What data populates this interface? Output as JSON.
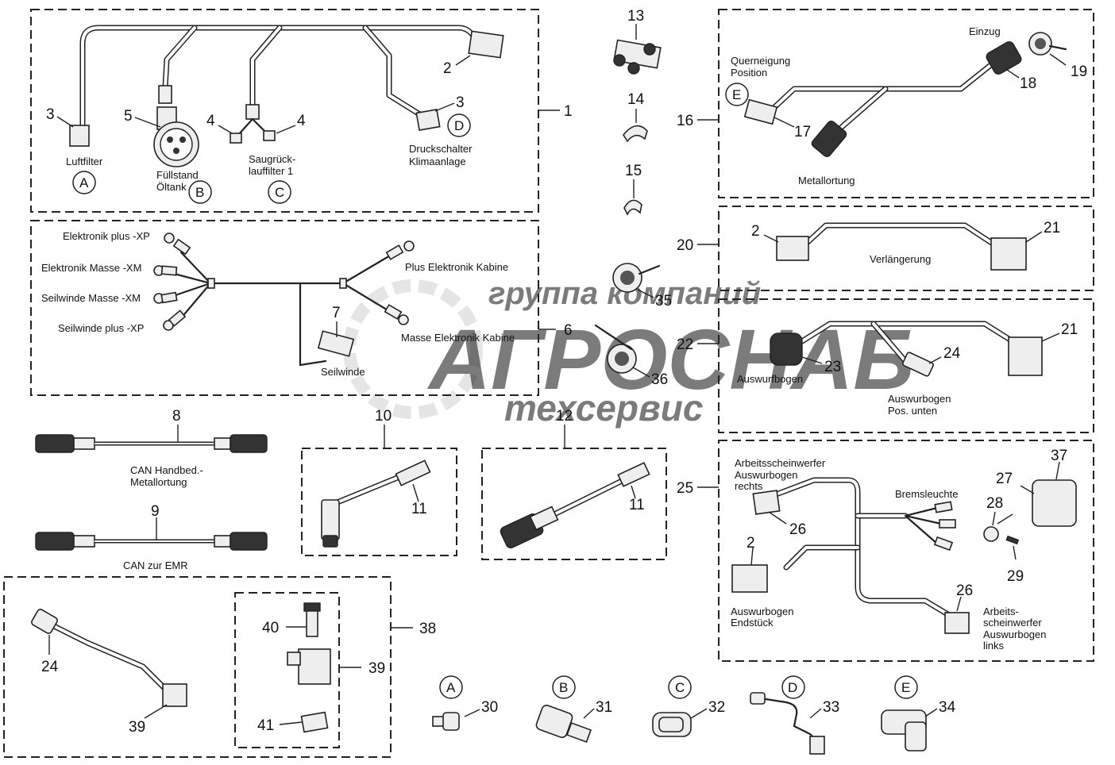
{
  "watermark": {
    "line1": "группа компаний",
    "line2": "АГРОСНАБ",
    "line3": "техсервис"
  },
  "group_1": {
    "number": "1",
    "parts": [
      "2",
      "3",
      "3",
      "4",
      "4",
      "5"
    ],
    "labels": {
      "luftfilter": "Luftfilter",
      "fuellstand_1": "Füllstand",
      "fuellstand_2": "Öltank",
      "saug_1": "Saugrück-",
      "saug_2": "lauffilter 1",
      "druck_1": "Druckschalter",
      "druck_2": "Klimaanlage"
    },
    "circles": [
      "A",
      "B",
      "C",
      "D"
    ]
  },
  "group_6": {
    "number": "6",
    "part_7": "7",
    "labels": {
      "elektronik_plus": "Elektronik plus -XP",
      "elektronik_masse": "Elektronik Masse -XM",
      "seilwinde_masse": "Seilwinde Masse -XM",
      "seilwinde_plus": "Seilwinde plus -XP",
      "plus_kabine": "Plus Elektronik Kabine",
      "masse_kabine": "Masse Elektronik Kabine",
      "seilwinde": "Seilwinde"
    }
  },
  "cable_8": {
    "number": "8",
    "label_1": "CAN Handbed.-",
    "label_2": "Metallortung"
  },
  "cable_9": {
    "number": "9",
    "label": "CAN zur EMR"
  },
  "group_10": {
    "number": "10",
    "part": "11"
  },
  "group_12": {
    "number": "12",
    "part": "11"
  },
  "parts_13_15": [
    "13",
    "14",
    "15"
  ],
  "parts_35_36": [
    "35",
    "36"
  ],
  "group_16": {
    "number": "16",
    "parts": [
      "17",
      "18",
      "19"
    ],
    "circle": "E",
    "labels": {
      "einzug": "Einzug",
      "quer_1": "Querneigung",
      "quer_2": "Position",
      "metall": "Metallortung"
    }
  },
  "group_20": {
    "number": "20",
    "parts": [
      "2",
      "21"
    ],
    "label": "Verlängerung"
  },
  "group_22": {
    "number": "22",
    "parts": [
      "23",
      "24",
      "21"
    ],
    "labels": {
      "auswurf": "Auswurfbogen",
      "pos_1": "Auswurbogen",
      "pos_2": "Pos. unten"
    }
  },
  "group_25": {
    "number": "25",
    "parts": [
      "26",
      "2",
      "26",
      "37",
      "27",
      "28",
      "29"
    ],
    "labels": {
      "asw_r_1": "Arbeitsscheinwerfer",
      "asw_r_2": "Auswurbogen",
      "asw_r_3": "rechts",
      "brems": "Bremsleuchte",
      "end_1": "Auswurbogen",
      "end_2": "Endstück",
      "asw_l_1": "Arbeits-",
      "asw_l_2": "scheinwerfer",
      "asw_l_3": "Auswurbogen",
      "asw_l_4": "links"
    }
  },
  "group_38": {
    "number": "38",
    "parts": [
      "24",
      "39",
      "40",
      "39",
      "41"
    ]
  },
  "sensors": [
    {
      "circle": "A",
      "number": "30"
    },
    {
      "circle": "B",
      "number": "31"
    },
    {
      "circle": "C",
      "number": "32"
    },
    {
      "circle": "D",
      "number": "33"
    },
    {
      "circle": "E",
      "number": "34"
    }
  ]
}
